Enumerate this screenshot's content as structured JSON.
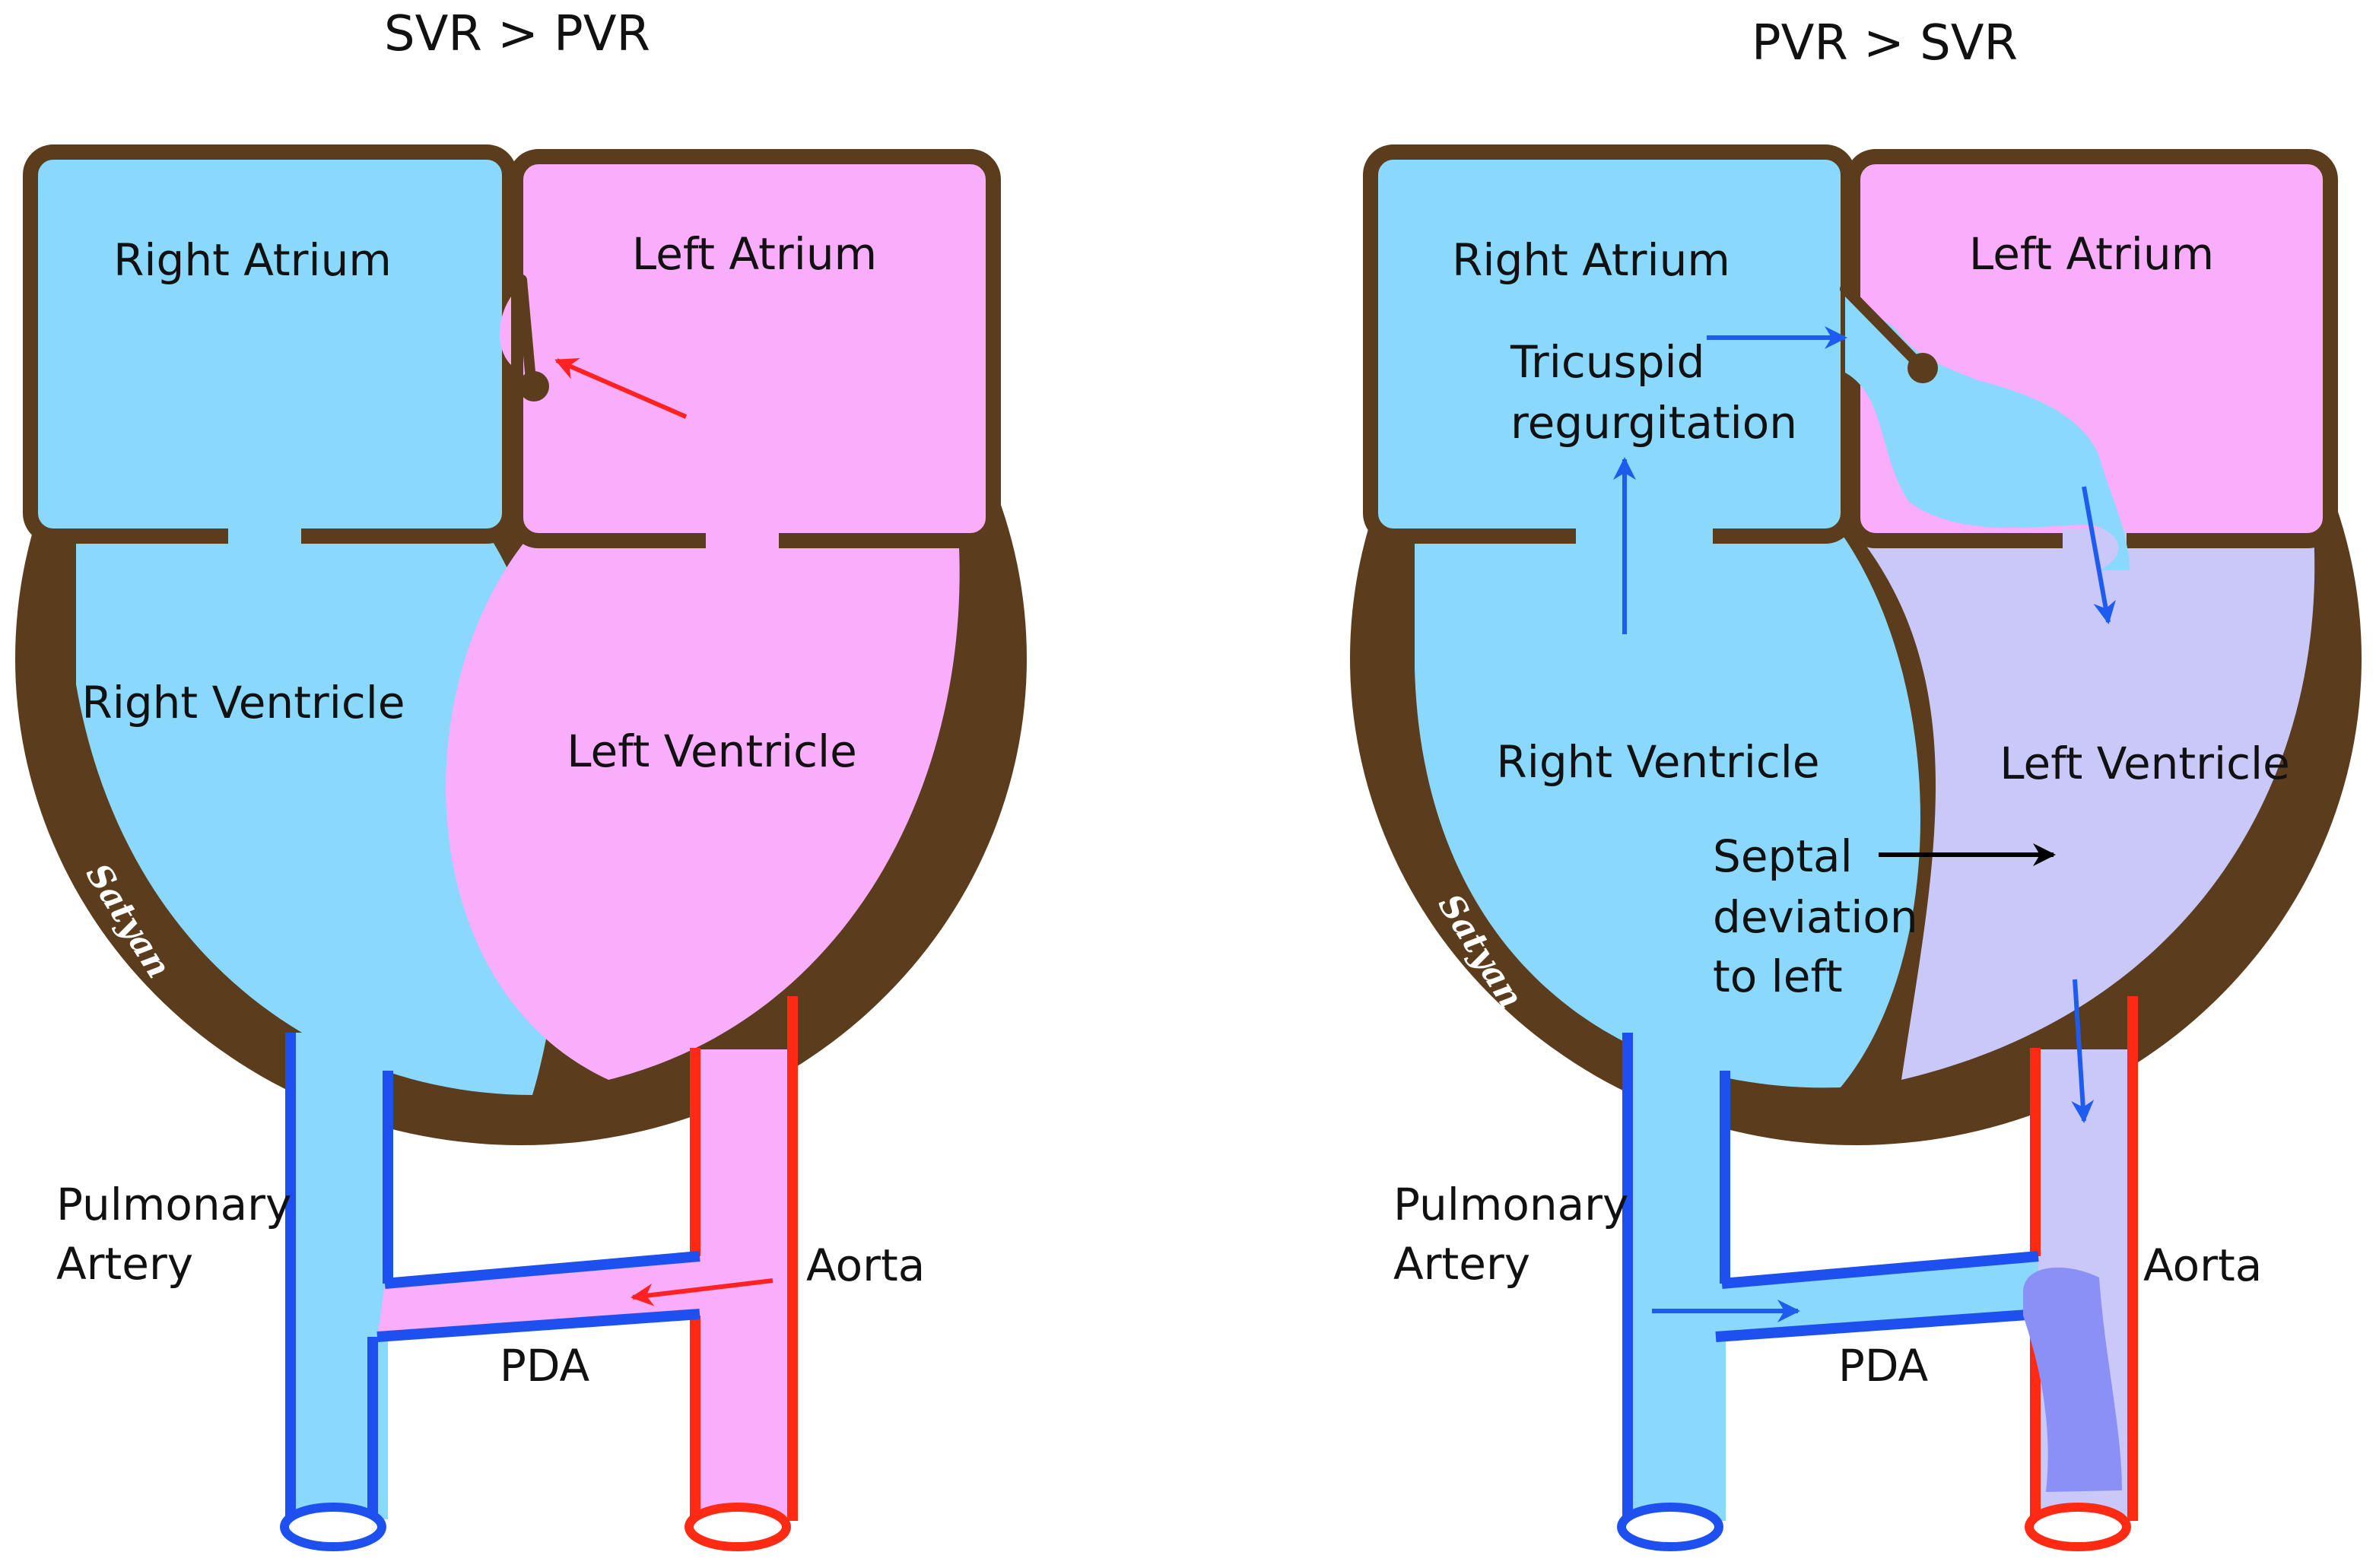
{
  "colors": {
    "wall": "#5b3d1e",
    "deoxygenated": "#8ad8fc",
    "oxygenated": "#f8aefa",
    "mixed": "#c9c8f8",
    "pulmonary_outline": "#1e50f0",
    "aortic_outline": "#ff2a14",
    "flow_arrow_left": "#ff2222",
    "flow_arrow_right": "#1e5cf0",
    "septal_arrow": "#000000",
    "aortic_jet": "#8a90f6"
  },
  "left": {
    "title": "SVR > PVR",
    "right_atrium": "Right Atrium",
    "left_atrium": "Left Atrium",
    "right_ventricle": "Right Ventricle",
    "left_ventricle": "Left Ventricle",
    "pulmonary_artery_line1": "Pulmonary",
    "pulmonary_artery_line2": "Artery",
    "aorta": "Aorta",
    "pda": "PDA",
    "signature": "Satyan"
  },
  "right": {
    "title": "PVR > SVR",
    "right_atrium": "Right Atrium",
    "left_atrium": "Left Atrium",
    "right_ventricle": "Right Ventricle",
    "left_ventricle": "Left Ventricle",
    "tricuspid_line1": "Tricuspid",
    "tricuspid_line2": "regurgitation",
    "septal_line1": "Septal",
    "septal_line2": "deviation",
    "septal_line3": "to left",
    "pulmonary_artery_line1": "Pulmonary",
    "pulmonary_artery_line2": "Artery",
    "aorta": "Aorta",
    "pda": "PDA",
    "signature": "Satyan"
  }
}
